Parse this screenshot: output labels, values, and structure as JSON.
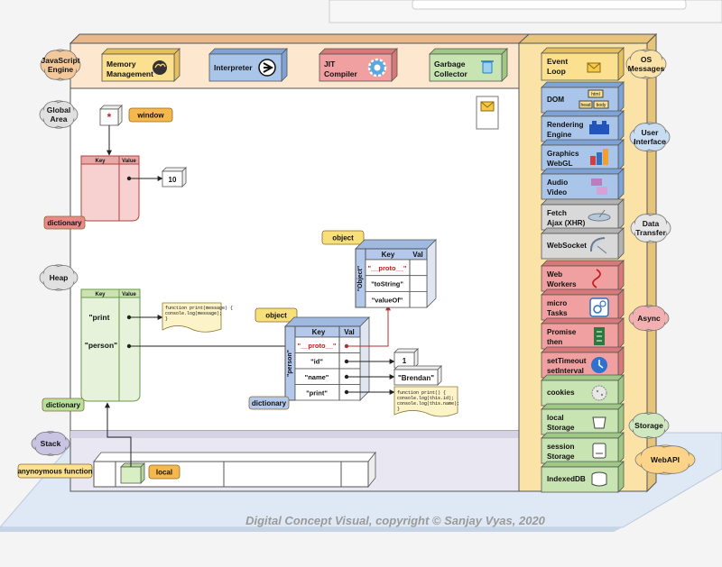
{
  "engine": {
    "label": [
      "JavaScript",
      "Engine"
    ],
    "components": {
      "memory": [
        "Memory",
        "Management"
      ],
      "interpreter": "Interpreter",
      "jit": [
        "JIT",
        "Compiler"
      ],
      "gc": [
        "Garbage",
        "Collector"
      ]
    }
  },
  "clouds": {
    "global_area": [
      "Global",
      "Area"
    ],
    "heap": "Heap",
    "stack": "Stack",
    "os_messages": [
      "OS",
      "Messages"
    ],
    "user_interface": [
      "User",
      "Interface"
    ],
    "data_transfer": [
      "Data",
      "Transfer"
    ],
    "async": "Async",
    "storage": "Storage",
    "webapi": "WebAPI"
  },
  "global": {
    "star": "*",
    "window_tag": "window",
    "dict_headers": [
      "Key",
      "Value"
    ],
    "dict_tag": "dictionary",
    "value_box": "10"
  },
  "heap": {
    "dict_headers": [
      "Key",
      "Value"
    ],
    "keys": [
      "\"print",
      "\"person\""
    ],
    "dict_tag": "dictionary",
    "print_fn": [
      "function print(message) {",
      "  console.log(message);",
      "}"
    ],
    "person_tag": "object",
    "person_label": "\"person\"",
    "person_headers": [
      "Key",
      "Val"
    ],
    "person_keys": [
      "\"__proto__\"",
      "\"id\"",
      "\"name\"",
      "\"print\""
    ],
    "person_dict_tag": "dictionary",
    "id_value": "1",
    "name_value": "\"Brendan\"",
    "person_print_fn": [
      "function print() {",
      "  console.log(this.id);",
      "  console.log(this.name);",
      "}"
    ],
    "object_tag": "object",
    "object_label": "\"Object\"",
    "object_headers": [
      "Key",
      "Val"
    ],
    "object_keys": [
      "\"__proto__\"",
      "\"toString\"",
      "\"valueOf\""
    ]
  },
  "stack": {
    "frame_label": "anynoymous function",
    "local_tag": "local"
  },
  "webapi": {
    "event_loop": [
      "Event",
      "Loop"
    ],
    "ui": [
      {
        "label": [
          "DOM"
        ],
        "icon": "dom-icon",
        "badges": [
          "html",
          "head",
          "body"
        ]
      },
      {
        "label": [
          "Rendering",
          "Engine"
        ],
        "icon": "lego-icon"
      },
      {
        "label": [
          "Graphics",
          "WebGL"
        ],
        "icon": "shapes-icon"
      },
      {
        "label": [
          "Audio",
          "Video"
        ],
        "icon": "media-icon"
      }
    ],
    "data": [
      {
        "label": [
          "Fetch",
          "Ajax (XHR)"
        ],
        "icon": "satellite-icon"
      },
      {
        "label": [
          "WebSocket"
        ],
        "icon": "dish-icon"
      }
    ],
    "async": [
      {
        "label": [
          "Web",
          "Workers"
        ],
        "icon": "worker-icon"
      },
      {
        "label": [
          "micro",
          "Tasks"
        ],
        "icon": "gears-icon"
      },
      {
        "label": [
          "Promise",
          "then"
        ],
        "icon": "document-icon"
      },
      {
        "label": [
          "setTimeout",
          "setInterval"
        ],
        "icon": "clock-icon"
      }
    ],
    "storage": [
      {
        "label": [
          "cookies"
        ],
        "icon": "cookie-icon"
      },
      {
        "label": [
          "local",
          "Storage"
        ],
        "icon": "bucket-icon"
      },
      {
        "label": [
          "session",
          "Storage"
        ],
        "icon": "drive-icon"
      },
      {
        "label": [
          "IndexedDB"
        ],
        "icon": "database-icon"
      }
    ]
  },
  "colors": {
    "engine_bg": "#fde8cf",
    "yellow_box": "#fbe08f",
    "blue_box": "#a9c5ea",
    "red_box": "#f0a0a0",
    "green_box": "#c9e4b3",
    "gray_box": "#d9d9d9",
    "orange_tag": "#f7b84b"
  },
  "copyright": "Digital Concept Visual, copyright © Sanjay Vyas, 2020"
}
